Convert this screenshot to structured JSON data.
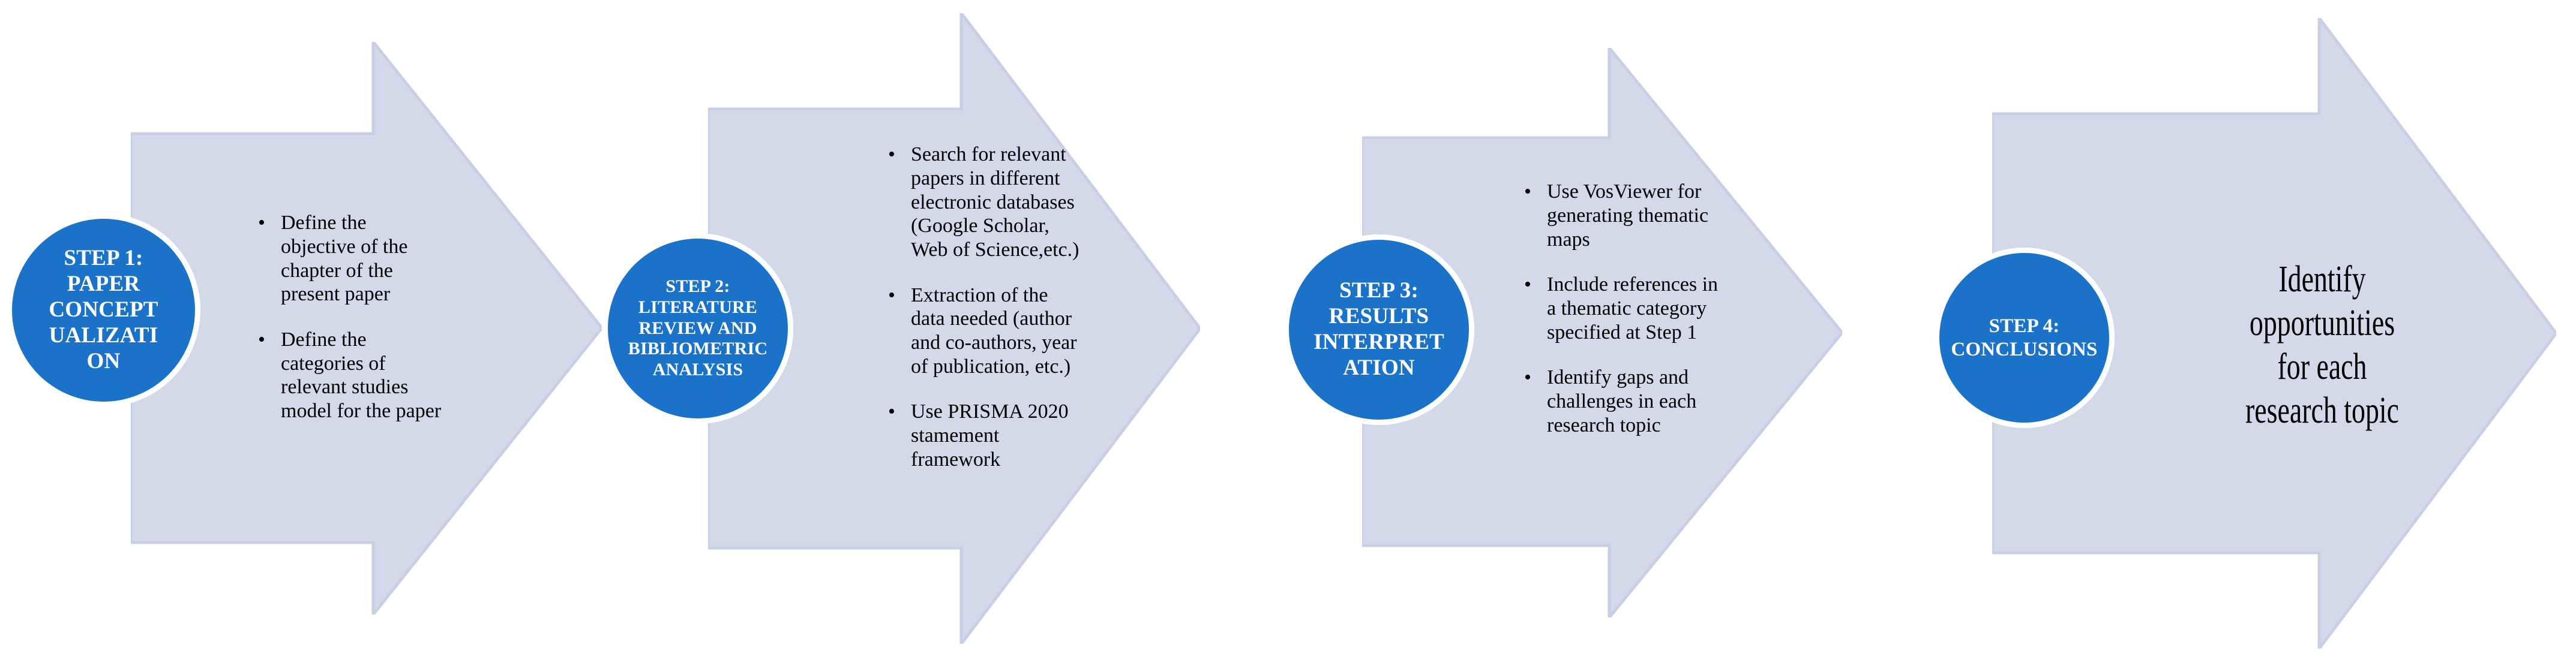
{
  "diagram": {
    "title": "Four-step research methodology flow",
    "colors": {
      "circle_fill": "#1b73c9",
      "circle_outline": "#ffffff",
      "arrow_fill": "#d4d9ea",
      "arrow_edge": "#c8cfe4",
      "text_dark": "#000000",
      "text_light": "#ffffff",
      "background": "#ffffff"
    },
    "bullet_glyph": "•"
  },
  "steps": [
    {
      "id": "step-1",
      "circle_label": "STEP 1:\nPAPER\nCONCEPT\nUALIZATI\nON",
      "bullets": [
        "Define the\nobjective of the\nchapter of the\npresent paper",
        "Define the\ncategories of\nrelevant studies\nmodel for the paper"
      ]
    },
    {
      "id": "step-2",
      "circle_label": "STEP 2:\nLITERATURE\nREVIEW AND\nBIBLIOMETRIC\nANALYSIS",
      "bullets": [
        "Search for relevant\npapers in different\nelectronic databases\n(Google Scholar,\nWeb of Science,etc.)",
        "Extraction of the\ndata needed (author\nand co-authors, year\nof publication, etc.)",
        "Use PRISMA 2020\nstamement\nframework"
      ]
    },
    {
      "id": "step-3",
      "circle_label": "STEP 3:\nRESULTS\nINTERPRET\nATION",
      "bullets": [
        "Use VosViewer  for\ngenerating thematic\nmaps",
        "Include references in\na thematic category\nspecified at Step 1",
        "Identify gaps and\nchallenges in each\nresearch topic"
      ]
    },
    {
      "id": "step-4",
      "circle_label": "STEP 4:\nCONCLUSIONS",
      "bullets": [],
      "final_text": "Identify\nopportunities\nfor each\nresearch topic"
    }
  ]
}
